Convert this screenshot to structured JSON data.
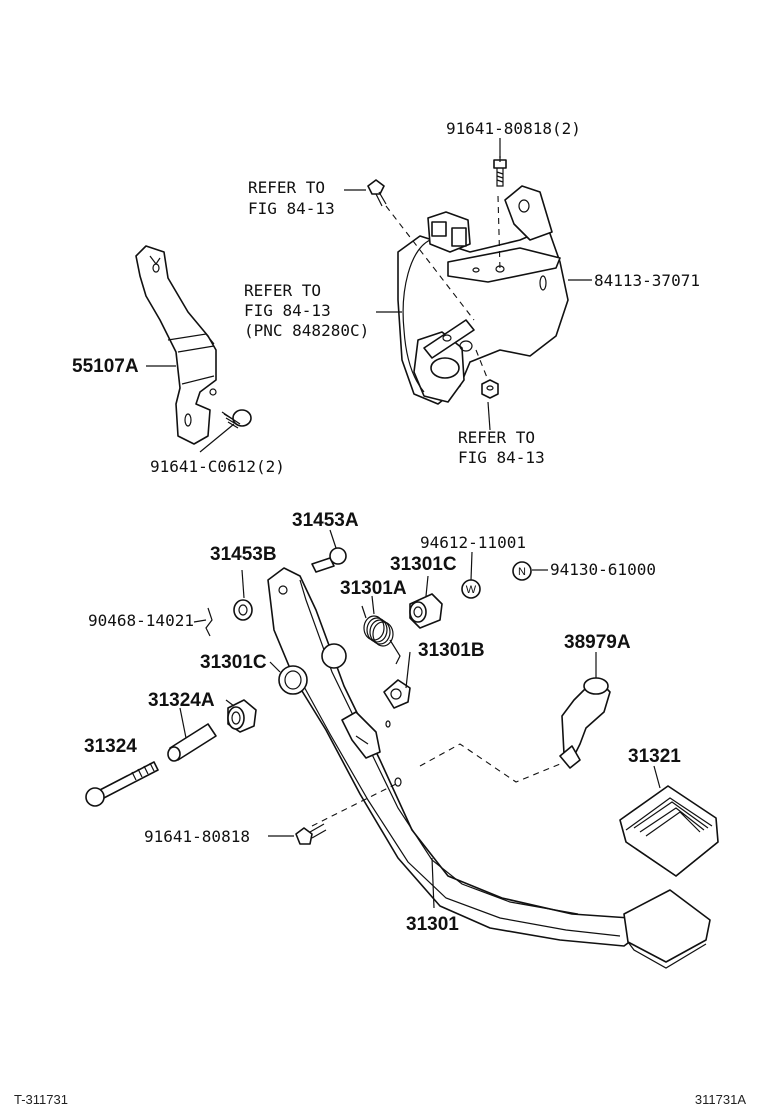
{
  "labels": {
    "bolt_top": "91641-80818(2)",
    "refer_1_line1": "REFER TO",
    "refer_1_line2": "FIG 84-13",
    "refer_2_line1": "REFER TO",
    "refer_2_line2": "FIG 84-13",
    "refer_2_line3": "(PNC 848280C)",
    "bracket": "84113-37071",
    "refer_3_line1": "REFER TO",
    "refer_3_line2": "FIG 84-13",
    "support": "55107A",
    "screw": "91641-C0612(2)",
    "bush_453a": "31453A",
    "bush_453b": "31453B",
    "washer_w": "94612-11001",
    "nut_n": "94130-61000",
    "bush_301c_top": "31301C",
    "spring_301a": "31301A",
    "pin_90468": "90468-14021",
    "cushion_301b": "31301B",
    "bush_301c_mid": "31301C",
    "collar_324a": "31324A",
    "bolt_324": "31324",
    "cover_38979a": "38979A",
    "pad_31321": "31321",
    "bolt_91641": "91641-80818",
    "pedal_31301": "31301",
    "w_symbol": "W",
    "n_symbol": "N"
  },
  "footer": {
    "left": "T-311731",
    "right": "311731A"
  }
}
